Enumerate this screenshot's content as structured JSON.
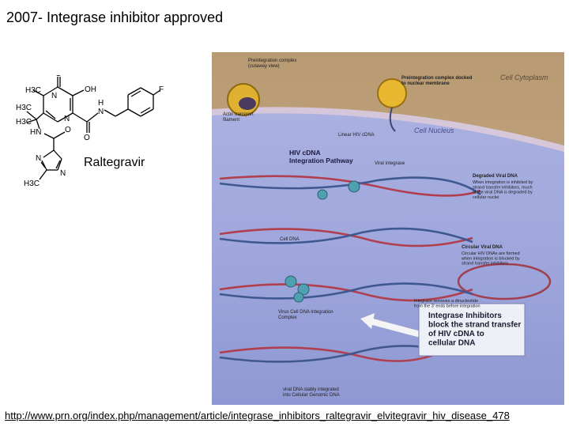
{
  "slide": {
    "title": "2007- Integrase inhibitor approved",
    "drug_name": "Raltegravir",
    "source_url": "http://www.prn.org/index.php/management/article/integrase_inhibitors_raltegravir_elvitegravir_hiv_disease_478"
  },
  "structure": {
    "atoms": {
      "h3c_1": "H3C",
      "n_1": "N",
      "o_1": "O",
      "oh": "OH",
      "f": "F",
      "h3c_2": "H3C",
      "h3c_3": "H3C",
      "n_2": "N",
      "h": "H",
      "n_3": "N",
      "hn": "HN",
      "o_2": "O",
      "o_3": "O",
      "n_4": "N",
      "n_5": "N",
      "h3c_4": "H3C"
    }
  },
  "illustration": {
    "preintegration_complex": "Preintegration complex\n(cutaway view)",
    "docked": "Preintegration complex docked\nto nuclear membrane",
    "cell_cytoplasm": "Cell Cytoplasm",
    "cell_nucleus": "Cell Nucleus",
    "actin": "Actin transport\nfilament",
    "linear_dna": "Linear HIV cDNA",
    "pathway_title": "HIV cDNA\nIntegration Pathway",
    "viral_integrase": "Viral integrase",
    "degraded": "Degraded Viral DNA",
    "degraded_desc": "When integration is inhibited by\nstrand transfer inhibitors, much\nof the viral DNA is degraded by\ncellular nuclei",
    "cell_dna": "Cell DNA",
    "circular": "Circular Viral DNA",
    "circular_desc": "Circular HIV DNAs are formed\nwhen integration is blocked by\nstrand transfer inhibitors",
    "integrase_removes": "Integrase removes a dinucleotide\nfrom the 3' ends before integration",
    "complex": "Virus Cell DNA Integration\nComplex",
    "inhibitor_box": "Integrase Inhibitors\nblock the strand transfer\nof HIV cDNA to\ncellular DNA",
    "stably": "viral DNA stably integrated\ninto Cellular Genomic DNA"
  }
}
